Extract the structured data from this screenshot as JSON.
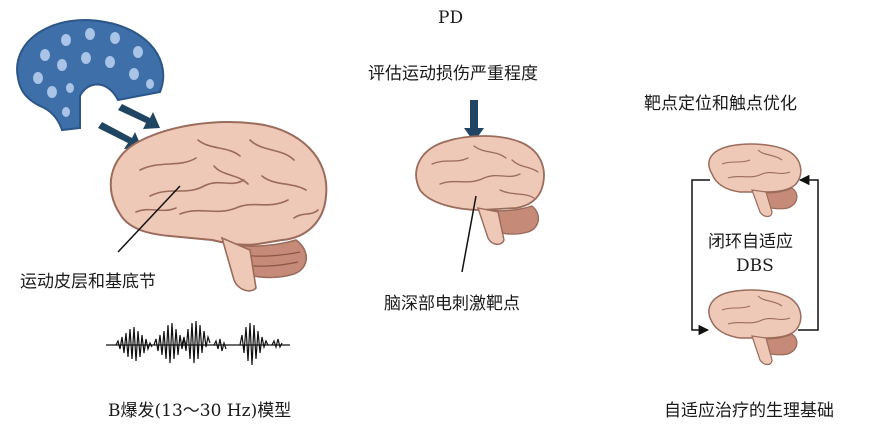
{
  "top_label": "PD",
  "left": {
    "brain_label": "运动皮层和基底节",
    "caption": "B爆发(13～30 Hz)模型"
  },
  "middle": {
    "assessment_label": "评估运动损伤严重程度",
    "target_label": "脑深部电刺激靶点"
  },
  "right": {
    "title": "靶点定位和触点优化",
    "loop_label_line1": "闭环自适应",
    "loop_label_line2": "DBS",
    "caption": "自适应治疗的生理基础"
  },
  "colors": {
    "cap_blue": "#3e6fa8",
    "cap_dot": "#a9c4e6",
    "arrow_navy": "#1f4563",
    "brain_fill": "#efc9b8",
    "brain_line": "#9b6b5b",
    "cerebellum": "#c58a78",
    "wave": "#111111"
  }
}
